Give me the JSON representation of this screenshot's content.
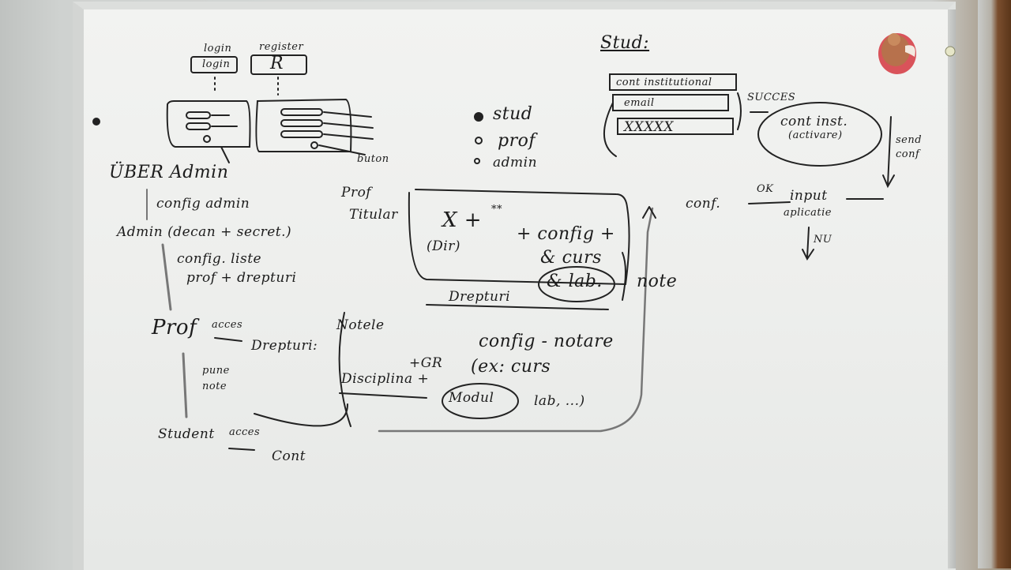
{
  "whiteboard": {
    "login_labels": {
      "login": "login",
      "register": "register",
      "login_box": "login",
      "register_box": "R"
    },
    "button_label": "buton",
    "uber_admin": "ÜBER Admin",
    "config_admin": "config admin",
    "admin_line": "Admin (decan + secret.)",
    "config_lists_1": "config. liste",
    "config_lists_2": "prof + drepturi",
    "prof": "Prof",
    "acces_1": "acces",
    "drepturi": "Drepturi:",
    "pune_note_1": "pune",
    "pune_note_2": "note",
    "student": "Student",
    "acces_2": "acces",
    "cont": "Cont",
    "roles": [
      "stud",
      "prof",
      "admin"
    ],
    "prof_titular_1": "Prof",
    "prof_titular_2": "Titular",
    "x_plus": "X +",
    "asterisk": "**",
    "dir": "(Dir)",
    "config_plus": "+ config +",
    "cursuri": "& curs",
    "labs": "& lab.",
    "note_right": "note",
    "drepturi_under": "Drepturi",
    "notele": "Notele",
    "config_notare": "config - notare",
    "plus_gr": "+GR",
    "ex_curs": "(ex: curs",
    "disciplina": "Disciplina +",
    "modul": "Modul",
    "lab_etc": "lab, ...)",
    "stud_title": "Stud:",
    "form_fields": [
      "cont institutional",
      "email",
      "XXXXX"
    ],
    "succes": "SUCCES",
    "cont_inst_1": "cont inst.",
    "cont_inst_2": "(activare)",
    "send_conf_1": "send",
    "send_conf_2": "conf",
    "ok": "OK",
    "input_1": "input",
    "input_2": "aplicatie",
    "conf": "conf.",
    "nu": "NU"
  },
  "colors": {
    "board": "#eeefed",
    "ink": "#1c1c1c",
    "magnet_red": "#d9535a",
    "magnet_brown": "#b7714c"
  },
  "icons": [
    "bird-magnet-icon",
    "magnet-dot-icon"
  ]
}
